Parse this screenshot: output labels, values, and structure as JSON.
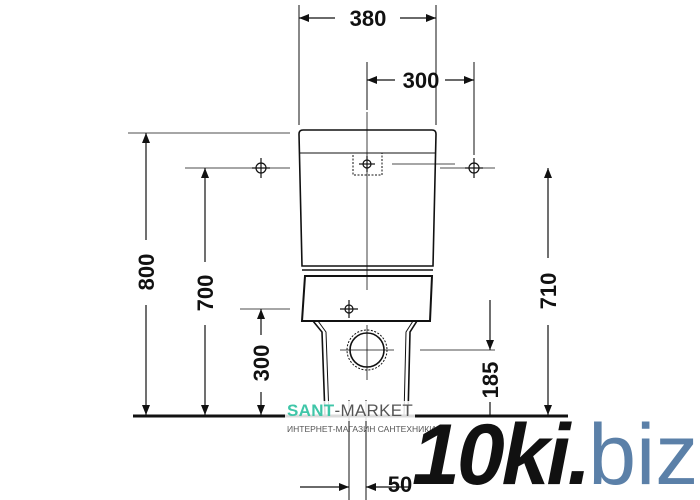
{
  "dimensions": {
    "total_width": "380",
    "fixing_spacing": "300",
    "total_height": "800",
    "tank_fixing_height": "700",
    "bowl_fixing_height": "300",
    "inlet_height": "710",
    "outlet_height": "185",
    "outlet_offset": "50"
  },
  "watermarks": {
    "shop_name_a": "SANT",
    "shop_name_b": "-MARKET",
    "shop_tagline": "ИНТЕРНЕТ-МАГАЗИН САНТЕХНИКИ",
    "site_a": "10ki.",
    "site_b": "biz",
    "shop_color": "#3fc6a8",
    "site_color": "#5b80a8"
  }
}
